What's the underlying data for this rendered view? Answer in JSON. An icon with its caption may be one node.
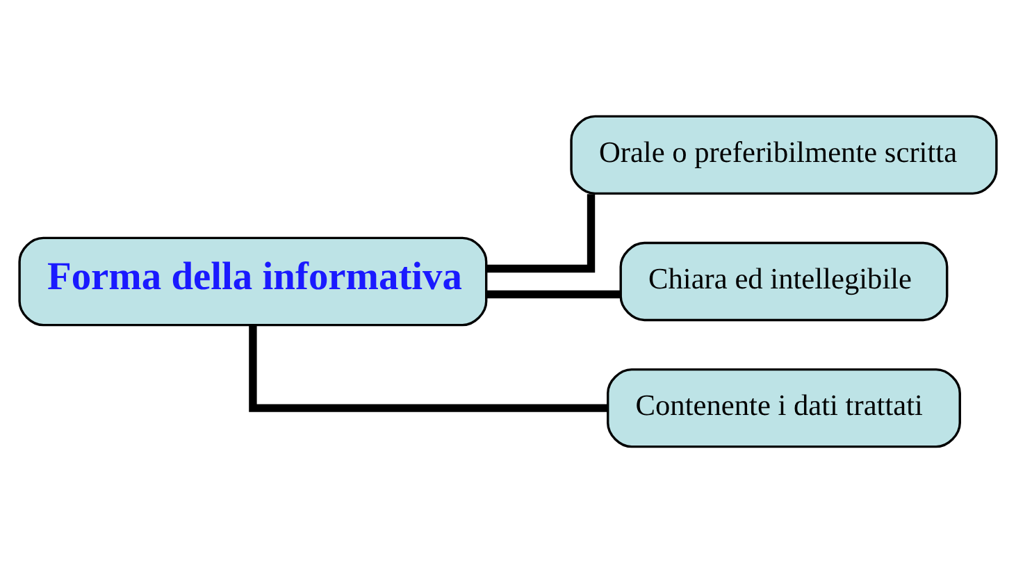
{
  "diagram": {
    "nodes": [
      {
        "text": [
          "Forma della informativa"
        ]
      },
      {
        "text": [
          "Orale o preferibilmente scritta"
        ]
      },
      {
        "text": [
          "Chiara ed intellegibile"
        ]
      },
      {
        "text": [
          "Contenente i dati trattati"
        ]
      }
    ],
    "edges": [
      {
        "from": 0,
        "to": 1,
        "arrow": "none"
      },
      {
        "from": 0,
        "to": 2,
        "arrow": "none"
      },
      {
        "from": 0,
        "to": 3,
        "arrow": "none"
      }
    ]
  }
}
